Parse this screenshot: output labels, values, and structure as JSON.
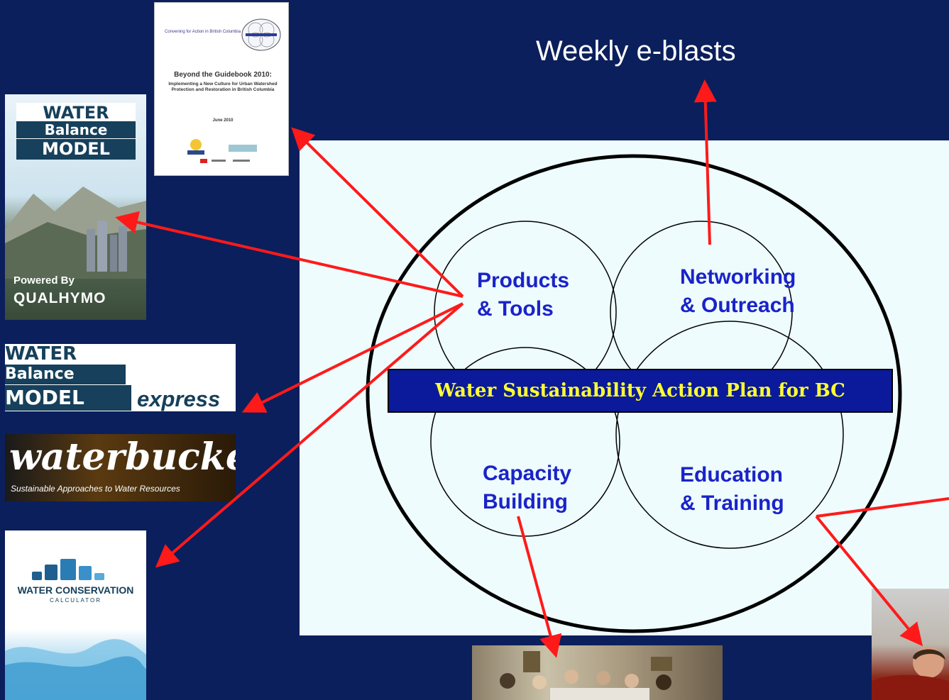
{
  "top_label": "Weekly e-blasts",
  "diagram": {
    "quadrants": {
      "products": "Products\n& Tools",
      "networking": "Networking\n& Outreach",
      "capacity": "Capacity\nBuilding",
      "education": "Education\n& Training"
    },
    "banner": "Water Sustainability Action Plan for BC"
  },
  "thumbnails": {
    "guidebook": {
      "header": "Convening for Action in British Columbia",
      "title": "Beyond the Guidebook 2010:",
      "subtitle": "Implementing a New Culture for Urban Watershed Protection and Restoration in British Columbia",
      "date": "June 2010"
    },
    "water_balance_model": {
      "line1": "WATER",
      "line2": "Balance",
      "line3": "MODEL",
      "powered_by": "Powered By",
      "engine": "QUALHYMO"
    },
    "water_balance_express": {
      "line1": "WATER",
      "line2": "Balance",
      "line3": "MODEL",
      "suffix": "express"
    },
    "waterbucket": {
      "logo": "waterbucket",
      "tagline": "Sustainable Approaches to Water Resources"
    },
    "water_conservation": {
      "title": "WATER CONSERVATION",
      "subtitle": "CALCULATOR"
    }
  },
  "colors": {
    "background": "#0b1f5c",
    "panel": "#eefcfd",
    "label_blue": "#1a23c8",
    "banner_bg": "#0a1a9a",
    "banner_text": "#ffff33",
    "arrow": "#ff1a1a"
  }
}
